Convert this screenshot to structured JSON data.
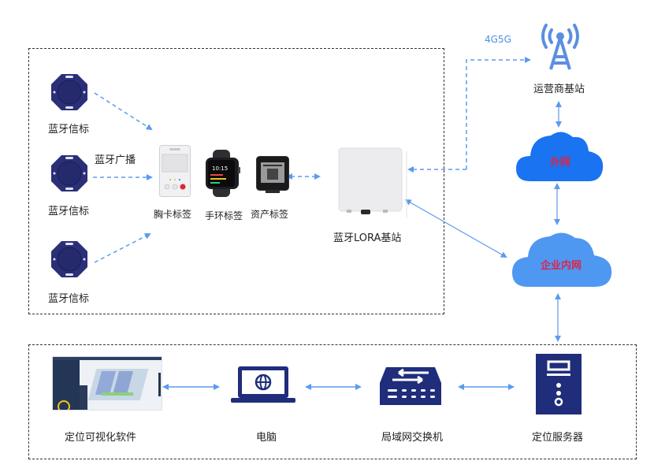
{
  "colors": {
    "arrow": "#5b9bf0",
    "beacon": "#2a2f78",
    "cloud_outer": "#1a73f0",
    "cloud_inner": "#4f98f2",
    "cloud_text": "#d9264a",
    "network_label": "#4a8fe6",
    "device_dark": "#1f2d7a",
    "frame": "#333333"
  },
  "beacons": [
    {
      "label": "蓝牙信标"
    },
    {
      "label": "蓝牙信标"
    },
    {
      "label": "蓝牙信标"
    }
  ],
  "broadcast_label": "蓝牙广播",
  "tags": [
    {
      "label": "胸卡标签"
    },
    {
      "label": "手环标签"
    },
    {
      "label": "资产标签"
    }
  ],
  "gateway": {
    "label": "蓝牙LORA基站"
  },
  "network_label": "4G5G",
  "carrier_station": {
    "label": "运营商基站"
  },
  "external_cloud": {
    "label": "外网"
  },
  "intranet_cloud": {
    "label": "企业内网"
  },
  "bottom_row": [
    {
      "label": "定位可视化软件"
    },
    {
      "label": "电脑"
    },
    {
      "label": "局域网交换机"
    },
    {
      "label": "定位服务器"
    }
  ]
}
